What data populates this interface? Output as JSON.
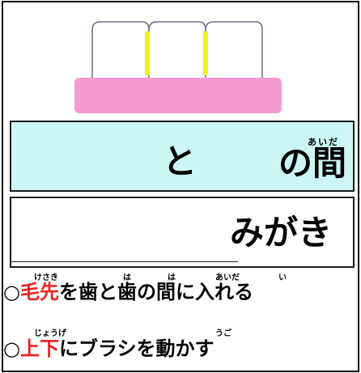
{
  "title_band": {
    "left_word": "と",
    "right_word": "の間",
    "ruby": "あいだ",
    "background": "#ccf6f4"
  },
  "subtitle_band": {
    "word": "みがき"
  },
  "steps": [
    {
      "marker": "○",
      "highlight": "毛先",
      "rest": "を歯と歯の間に入れる",
      "ruby": [
        "けさき",
        "は",
        "は",
        "あいだ",
        "い"
      ]
    },
    {
      "marker": "○",
      "highlight": "上下",
      "rest": "にブラシを動かす",
      "ruby": [
        "じょうげ",
        "うご"
      ]
    }
  ],
  "colors": {
    "highlight": "#e8231d",
    "gum": "#f59bd0",
    "tooth_outline": "#6a6a8a",
    "floss": "#f3f316"
  }
}
